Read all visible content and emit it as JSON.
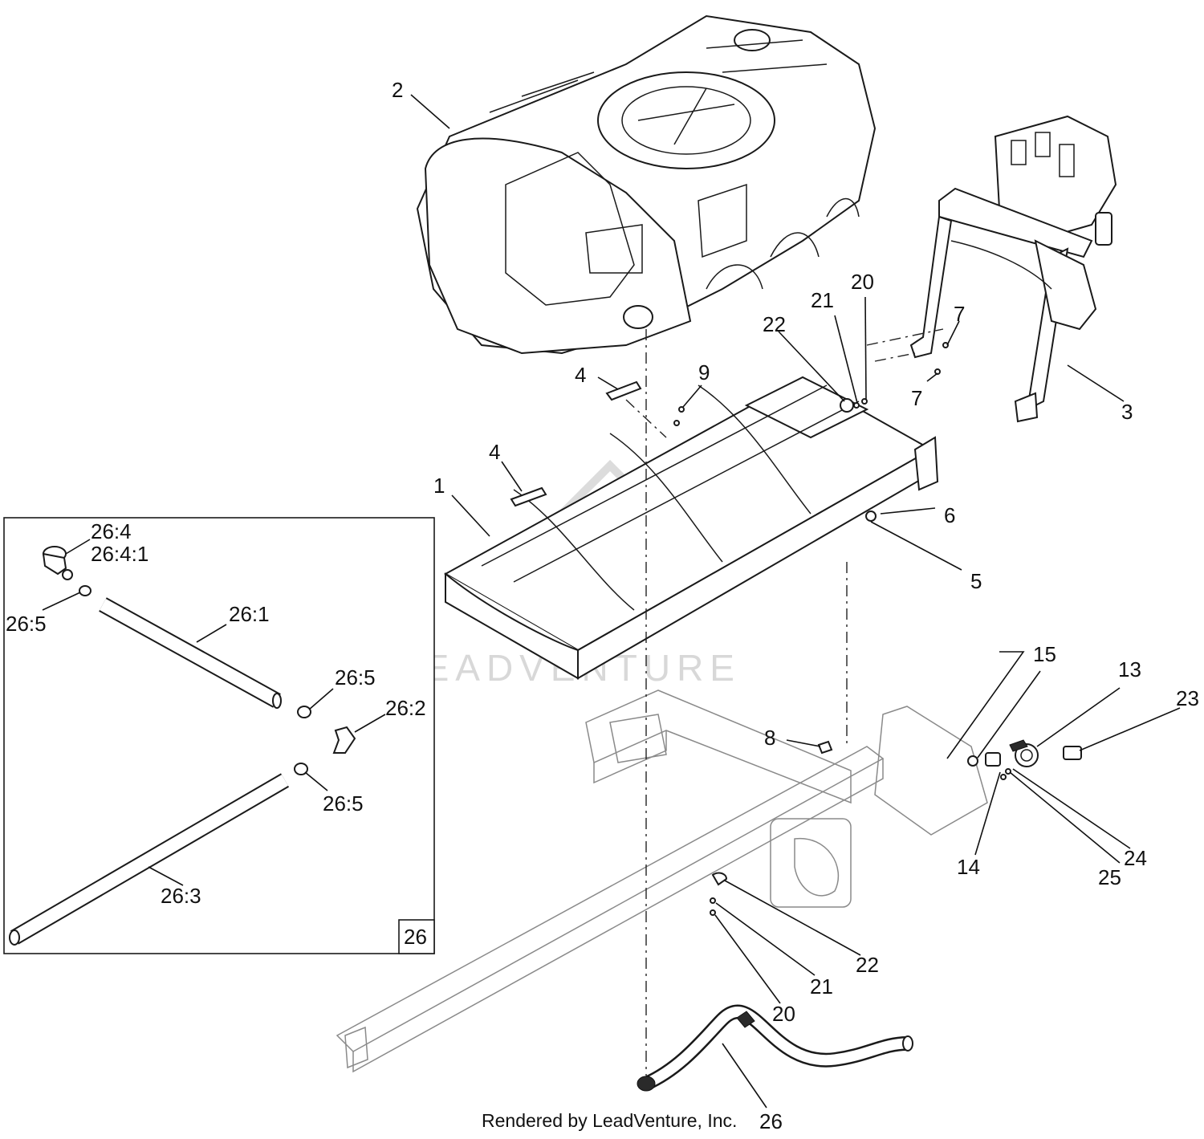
{
  "footer": "Rendered by LeadVenture, Inc.",
  "watermark": "LEADVENTURE",
  "inset_box_label": "26",
  "callouts": {
    "c1": "1",
    "c2": "2",
    "c3": "3",
    "c4a": "4",
    "c4b": "4",
    "c5": "5",
    "c6": "6",
    "c7a": "7",
    "c7b": "7",
    "c8": "8",
    "c9": "9",
    "c13": "13",
    "c14": "14",
    "c15": "15",
    "c20a": "20",
    "c21a": "21",
    "c22a": "22",
    "c20b": "20",
    "c21b": "21",
    "c22b": "22",
    "c23": "23",
    "c24": "24",
    "c25": "25",
    "c26": "26"
  },
  "inset_callouts": {
    "i264": "26:4",
    "i2641": "26:4:1",
    "i265a": "26:5",
    "i261": "26:1",
    "i265b": "26:5",
    "i262": "26:2",
    "i265c": "26:5",
    "i263": "26:3"
  },
  "colors": {
    "line": "#1a1a1a",
    "ghost": "#8a8a8a",
    "watermark": "#d8d8d8"
  }
}
